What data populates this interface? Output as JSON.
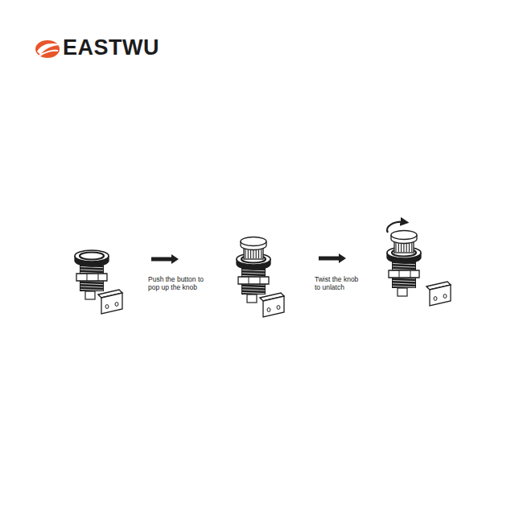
{
  "diagram": {
    "labels": [
      "EASTWU",
      "Push the button to pop up the knob",
      "Twist the knob to unlatch"
    ]
  }
}
